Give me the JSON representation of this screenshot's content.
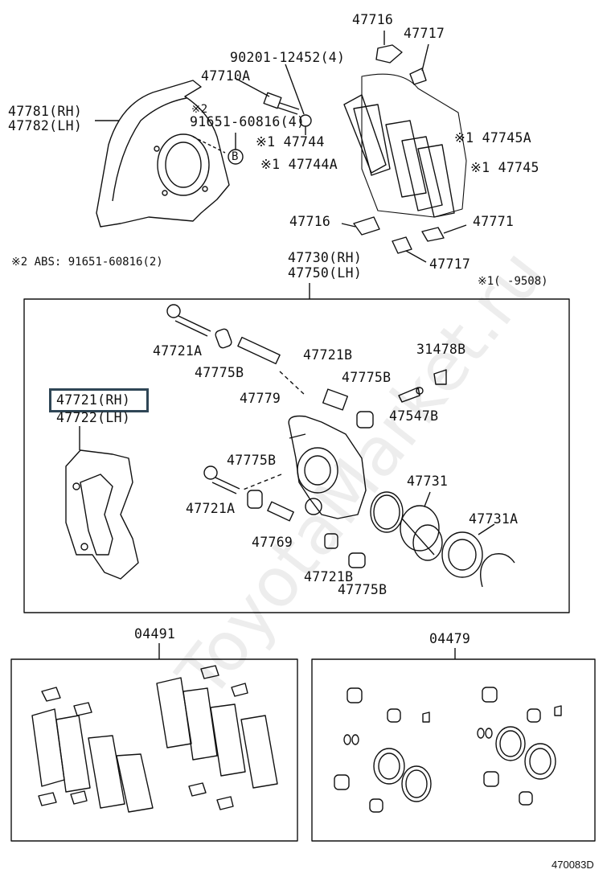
{
  "diagram_id": "470083D",
  "watermark": "ToyotaMarket.ru",
  "note_abs": "※2 ABS: 91651-60816(2)",
  "note_date": "※1(    -9508)",
  "labels": {
    "p47716_top": "47716",
    "p47717_top": "47717",
    "p90201": "90201-12452(4)",
    "p47710A": "47710A",
    "p47781": "47781(RH)",
    "p47782": "47782(LH)",
    "p91651": "91651-60816(4)",
    "mark2": "※2",
    "circleB": "B",
    "p47744": "※1 47744",
    "p47744A": "※1 47744A",
    "p47745A": "※1 47745A",
    "p47745": "※1 47745",
    "p47716_mid": "47716",
    "p47771": "47771",
    "p47717_mid": "47717",
    "p47730": "47730(RH)",
    "p47750": "47750(LH)",
    "p47721A_1": "47721A",
    "p47775B_1": "47775B",
    "p47779": "47779",
    "p47721B_1": "47721B",
    "p47775B_2": "47775B",
    "p31478B": "31478B",
    "p47547B": "47547B",
    "p47721RH": "47721(RH)",
    "p47722LH": "47722(LH)",
    "p47775B_3": "47775B",
    "p47721A_2": "47721A",
    "p47731": "47731",
    "p47731A": "47731A",
    "p47769": "47769",
    "p47721B_2": "47721B",
    "p47775B_4": "47775B",
    "p04491": "04491",
    "p04479": "04479"
  }
}
